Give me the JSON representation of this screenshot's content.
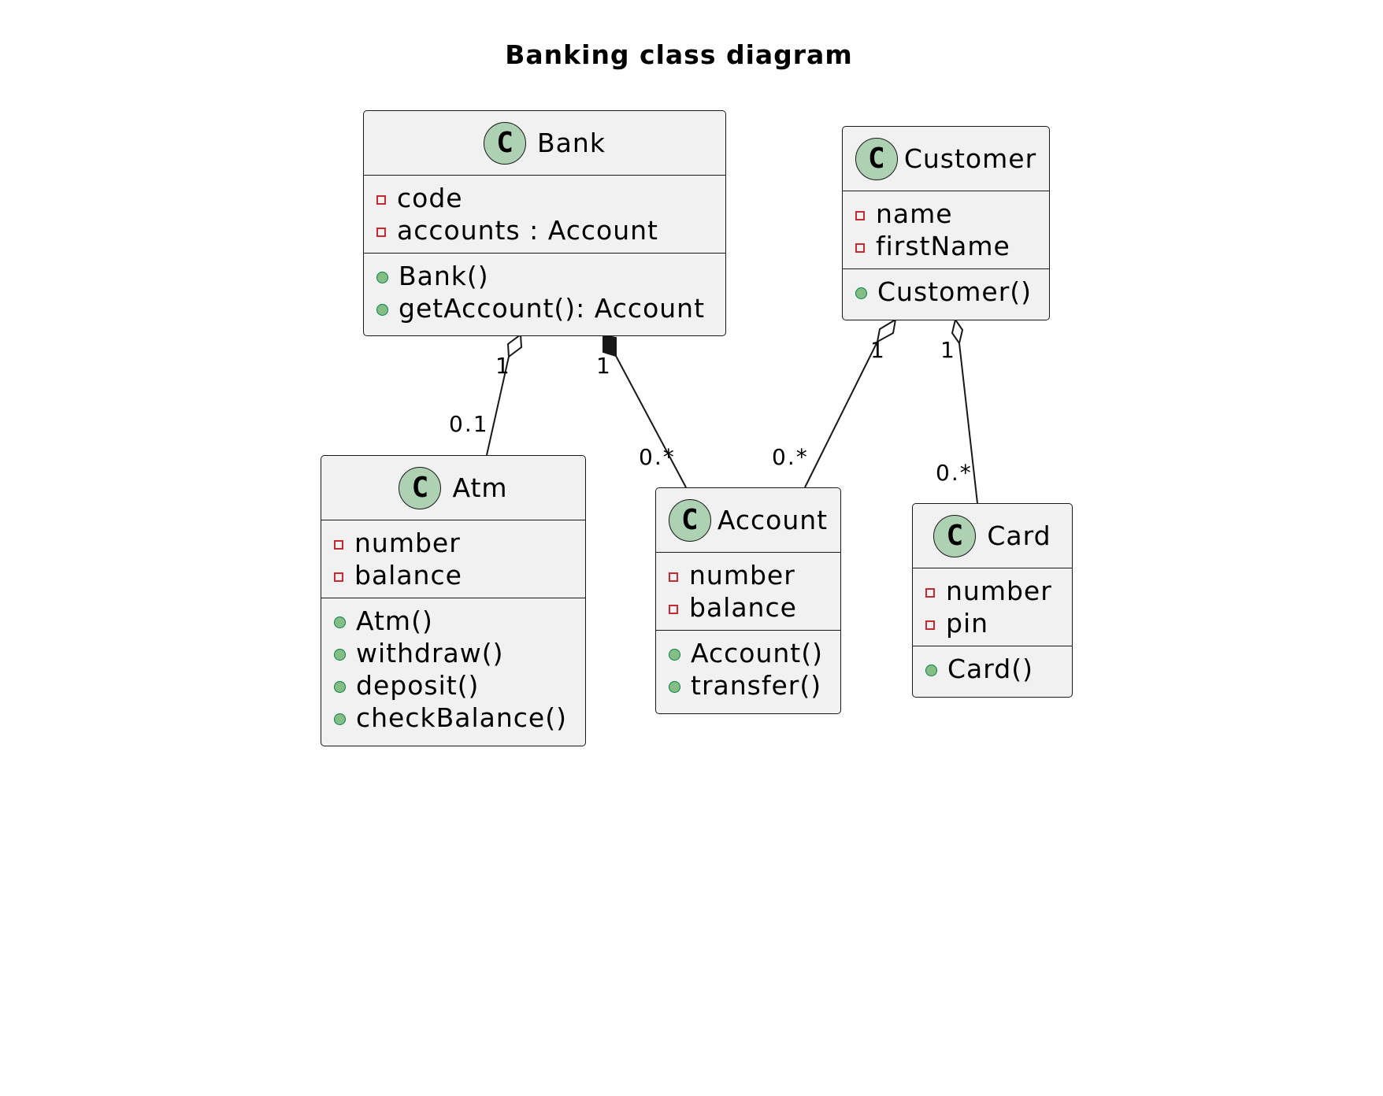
{
  "title": "Banking class diagram",
  "class_badge_letter": "C",
  "colors": {
    "box_fill": "#f1f1f1",
    "badge_fill": "#add1b2",
    "private_marker": "#c82930",
    "public_marker": "#84be84",
    "line": "#181818"
  },
  "classes": {
    "bank": {
      "name": "Bank",
      "attributes": [
        "code",
        "accounts : Account"
      ],
      "methods": [
        "Bank()",
        "getAccount(): Account"
      ]
    },
    "customer": {
      "name": "Customer",
      "attributes": [
        "name",
        "firstName"
      ],
      "methods": [
        "Customer()"
      ]
    },
    "atm": {
      "name": "Atm",
      "attributes": [
        "number",
        "balance"
      ],
      "methods": [
        "Atm()",
        "withdraw()",
        "deposit()",
        "checkBalance()"
      ]
    },
    "account": {
      "name": "Account",
      "attributes": [
        "number",
        "balance"
      ],
      "methods": [
        "Account()",
        "transfer()"
      ]
    },
    "card": {
      "name": "Card",
      "attributes": [
        "number",
        "pin"
      ],
      "methods": [
        "Card()"
      ]
    }
  },
  "relationships": [
    {
      "from": "Bank",
      "to": "Atm",
      "kind": "aggregation",
      "from_mult": "1",
      "to_mult": "0.1"
    },
    {
      "from": "Bank",
      "to": "Account",
      "kind": "composition",
      "from_mult": "1",
      "to_mult": "0.*"
    },
    {
      "from": "Customer",
      "to": "Account",
      "kind": "aggregation",
      "from_mult": "1",
      "to_mult": "0.*"
    },
    {
      "from": "Customer",
      "to": "Card",
      "kind": "aggregation",
      "from_mult": "1",
      "to_mult": "0.*"
    }
  ]
}
